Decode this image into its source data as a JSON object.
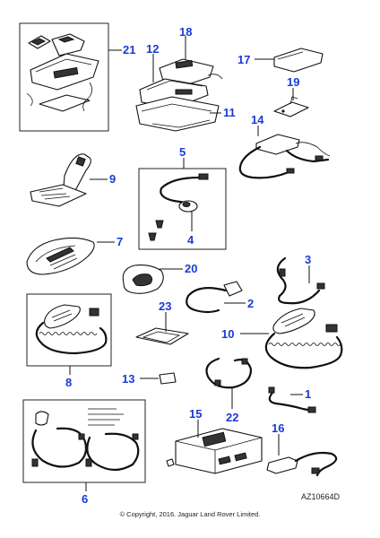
{
  "callouts": {
    "c1": "1",
    "c2": "2",
    "c3": "3",
    "c4": "4",
    "c5": "5",
    "c6": "6",
    "c7": "7",
    "c8": "8",
    "c9": "9",
    "c10": "10",
    "c11": "11",
    "c12": "12",
    "c13": "13",
    "c14": "14",
    "c15": "15",
    "c16": "16",
    "c17": "17",
    "c18": "18",
    "c19": "19",
    "c20": "20",
    "c21": "21",
    "c22": "22",
    "c23": "23"
  },
  "reference_code": "AZ10664D",
  "copyright": "© Copyright, 2016. Jaguar Land Rover Limited.",
  "colors": {
    "callout": "#1a3bd6",
    "line": "#111111",
    "box": "#222222"
  }
}
